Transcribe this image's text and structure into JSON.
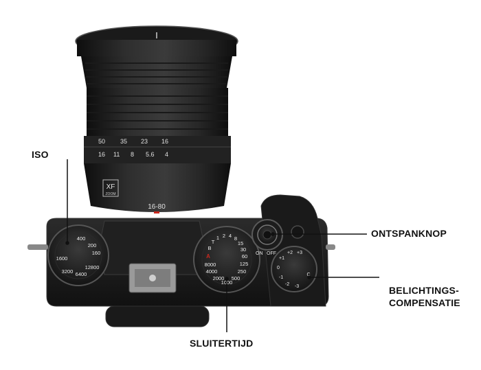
{
  "labels": {
    "iso": "ISO",
    "shutter_button": "ONTSPANKNOP",
    "exposure_comp_line1": "BELICHTINGS-",
    "exposure_comp_line2": "COMPENSATIE",
    "shutter_speed": "SLUITERTIJD"
  },
  "lens": {
    "brand_line1": "XF",
    "brand_line2": "ZOOM",
    "focal_range": "16-80",
    "distance_scale_top": [
      "50",
      "35",
      "23",
      "16"
    ],
    "distance_scale_bottom": [
      "16",
      "11",
      "8",
      "5.6",
      "4"
    ]
  },
  "iso_dial": [
    "1600",
    "400",
    "200",
    "160",
    "12800",
    "6400",
    "3200"
  ],
  "shutter_dial": [
    "8000",
    "4000",
    "2000",
    "1000",
    "500",
    "250",
    "125",
    "60",
    "30",
    "15",
    "8",
    "4",
    "2",
    "1",
    "T",
    "B",
    "A"
  ],
  "power_switch": {
    "on": "ON",
    "off": "OFF"
  },
  "ec_dial": [
    "-1",
    "-2",
    "-3",
    "0",
    "+1",
    "+2",
    "+3",
    "C"
  ],
  "colors": {
    "body": "#1c1c1c",
    "accent_red": "#c8281e",
    "line": "#111111"
  }
}
